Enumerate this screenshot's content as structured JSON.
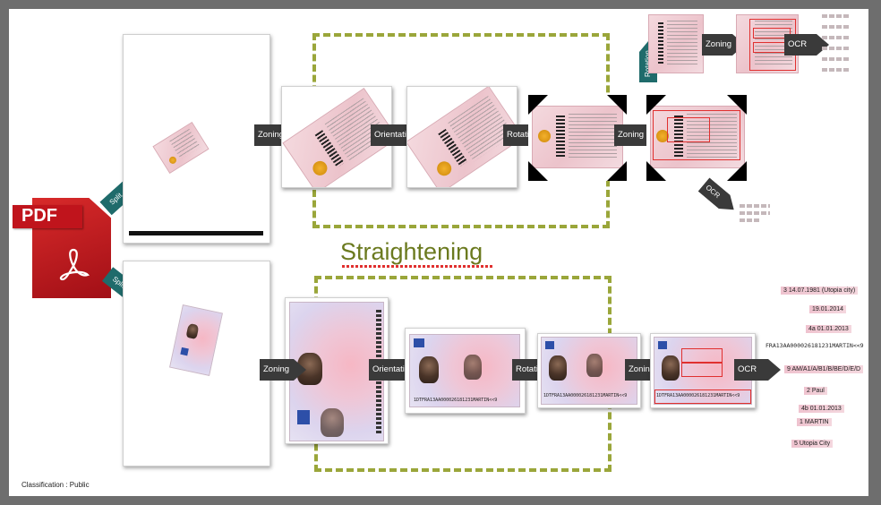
{
  "heading": "Straightening",
  "classification": "Classification : Public",
  "pdf_icon": {
    "label": "PDF",
    "icon": "acrobat-logo-icon",
    "color": "#c0141c"
  },
  "split_labels": [
    "Split",
    "Split"
  ],
  "rotation_up_label": "Rotation",
  "ocr_down_label": "OCR",
  "colors": {
    "dashed_frame": "#9aa63a",
    "arrow_dark": "#3a3a3a",
    "arrow_teal": "#1f6b6b",
    "heading": "#6b7a1f",
    "zone_box": "#e0302f"
  },
  "top_flow": {
    "steps": [
      "Zoning",
      "Orientation",
      "Rotation",
      "Zoning"
    ],
    "upper_steps": [
      "Zoning",
      "OCR"
    ]
  },
  "bottom_flow": {
    "steps": [
      "Zoning",
      "Orientation",
      "Rotation",
      "Zoning",
      "OCR"
    ],
    "mrz_line": "1DTFRA13AA000026181231MARTIN<<9",
    "ocr_results": [
      "3 14.07.1981 (Utopia city)",
      "19.01.2014",
      "4a 01.01.2013",
      "FRA13AA000026181231MARTIN<<9",
      "9 AM/A1/A/B1/B/BE/D/E/D",
      "2 Paul",
      "4b 01.01.2013",
      "1 MARTIN",
      "5 Utopia City"
    ]
  }
}
